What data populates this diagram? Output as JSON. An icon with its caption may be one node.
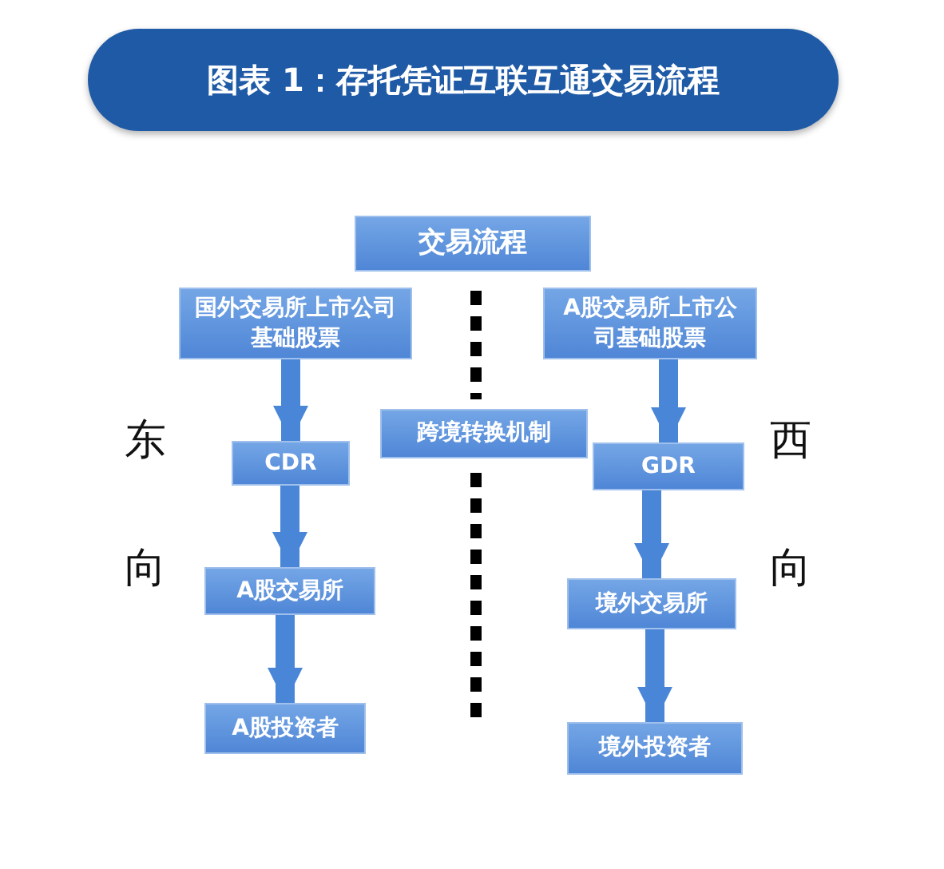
{
  "diagram": {
    "title": "图表 1：存托凭证互联互通交易流程",
    "nodes": [
      {
        "text": [
          "交易流程"
        ]
      },
      {
        "text": [
          "国外交易所上市公司基础股票"
        ]
      },
      {
        "text": [
          "CDR"
        ]
      },
      {
        "text": [
          "A股交易所"
        ]
      },
      {
        "text": [
          "A股投资者"
        ]
      },
      {
        "text": [
          "跨境转换机制"
        ]
      },
      {
        "text": [
          "A股交易所上市公司基础股票"
        ]
      },
      {
        "text": [
          "GDR"
        ]
      },
      {
        "text": [
          "境外交易所"
        ]
      },
      {
        "text": [
          "境外投资者"
        ]
      }
    ],
    "edges": [
      {
        "from": 1,
        "to": 2,
        "arrow": "to"
      },
      {
        "from": 2,
        "to": 3,
        "arrow": "to"
      },
      {
        "from": 3,
        "to": 4,
        "arrow": "to"
      },
      {
        "from": 6,
        "to": 7,
        "arrow": "to"
      },
      {
        "from": 7,
        "to": 8,
        "arrow": "to"
      },
      {
        "from": 8,
        "to": 9,
        "arrow": "to"
      }
    ],
    "labels": [
      "东",
      "向",
      "西",
      "向"
    ]
  }
}
